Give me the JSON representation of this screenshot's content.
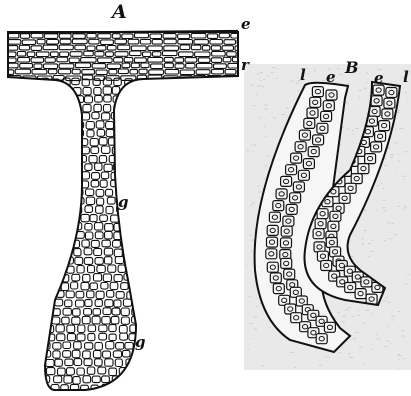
{
  "figure": {
    "subject": "engraved histology illustration of glandular epithelium",
    "ink_color": "#111111",
    "paper_color": "#ffffff",
    "panel_b_background": "#e9e9e9"
  },
  "panel_a": {
    "panel_label": "A",
    "labels": {
      "e": "e",
      "r": "r",
      "g_upper": "g",
      "g_lower": "g"
    }
  },
  "panel_b": {
    "panel_label": "B",
    "labels": {
      "l": "l",
      "e_left": "e",
      "e_right": "e",
      "l_right": "l"
    }
  }
}
